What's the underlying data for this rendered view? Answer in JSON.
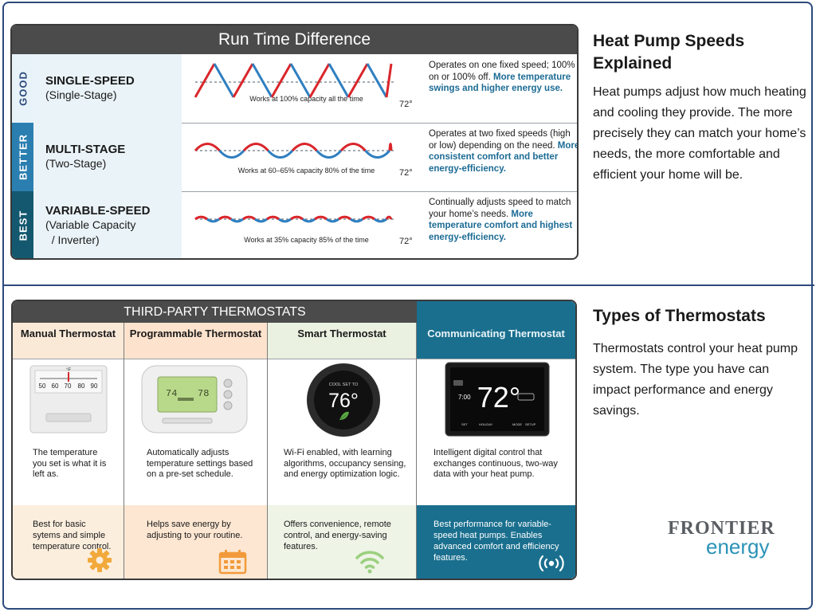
{
  "run_time": {
    "title": "Run Time Difference",
    "degree_label": "72°",
    "rows": [
      {
        "tier": "GOOD",
        "name": "SINGLE-SPEED",
        "sub": "(Single-Stage)",
        "caption": "Works at 100% capacity all the time",
        "desc_plain": "Operates on one fixed speed; 100% on or 100% off.",
        "desc_bold": "More temperature swings and higher energy use."
      },
      {
        "tier": "BETTER",
        "name": "MULTI-STAGE",
        "sub": "(Two-Stage)",
        "caption": "Works at 60–65% capacity 80% of the time",
        "desc_plain": "Operates at two fixed speeds (high or low) depending on the need.",
        "desc_bold": "More consistent comfort and better energy-efficiency."
      },
      {
        "tier": "BEST",
        "name": "VARIABLE-SPEED",
        "sub": "(Variable Capacity\n  / Inverter)",
        "caption": "Works at 35% capacity 85% of the time",
        "desc_plain": "Continually adjusts speed to match your home’s needs.",
        "desc_bold": "More temperature comfort and highest energy-efficiency."
      }
    ]
  },
  "side": {
    "speeds_heading": "Heat Pump Speeds Explained",
    "speeds_text": "Heat pumps adjust how much heating and cooling they provide. The more precisely they can match your home’s needs, the more comfortable and efficient your home will be.",
    "types_heading": "Types of Thermostats",
    "types_text": "Thermostats control your heat pump system. The type you have can impact performance and energy savings."
  },
  "thermostats": {
    "title": "THIRD-PARTY THERMOSTATS",
    "columns": [
      {
        "heading": "Manual Thermostat",
        "desc": "The temperature you set is what it is left as.",
        "foot": "Best for basic sytems and simple temperature control.",
        "icon": "gear-icon",
        "scale": [
          "50",
          "60",
          "70",
          "80",
          "90"
        ],
        "scale_unit": "°F"
      },
      {
        "heading": "Programmable Thermostat",
        "desc": "Automatically adjusts temperature settings based on a pre-set schedule.",
        "foot": "Helps save energy by adjusting to your routine.",
        "icon": "calendar-icon",
        "screen_left": "74",
        "screen_right": "78"
      },
      {
        "heading": "Smart Thermostat",
        "desc": "Wi-Fi enabled, with learning algorithms, occupancy sensing, and energy optimization logic.",
        "foot": "Offers convenience, remote control, and energy-saving features.",
        "icon": "wifi-icon",
        "display_temp": "76°",
        "display_caption": "COOL SET TO"
      },
      {
        "heading": "Communicating Thermostat",
        "desc": "Intelligent digital control that exchanges continuous, two-way data with your heat pump.",
        "foot": "Best performance for variable-speed heat pumps. Enables advanced comfort and efficiency features.",
        "icon": "signal-icon",
        "display_temp": "72°",
        "display_time": "7:00",
        "display_menu": [
          "SET",
          "HOLIDAY",
          "MODE",
          "SETUP"
        ]
      }
    ]
  },
  "logo": {
    "top": "FRONTIER",
    "bottom": "energy"
  },
  "colors": {
    "hot": "#d9262b",
    "cool": "#2f7fc0",
    "teal": "#1a6f8e",
    "gray_header": "#4b4b4b"
  }
}
